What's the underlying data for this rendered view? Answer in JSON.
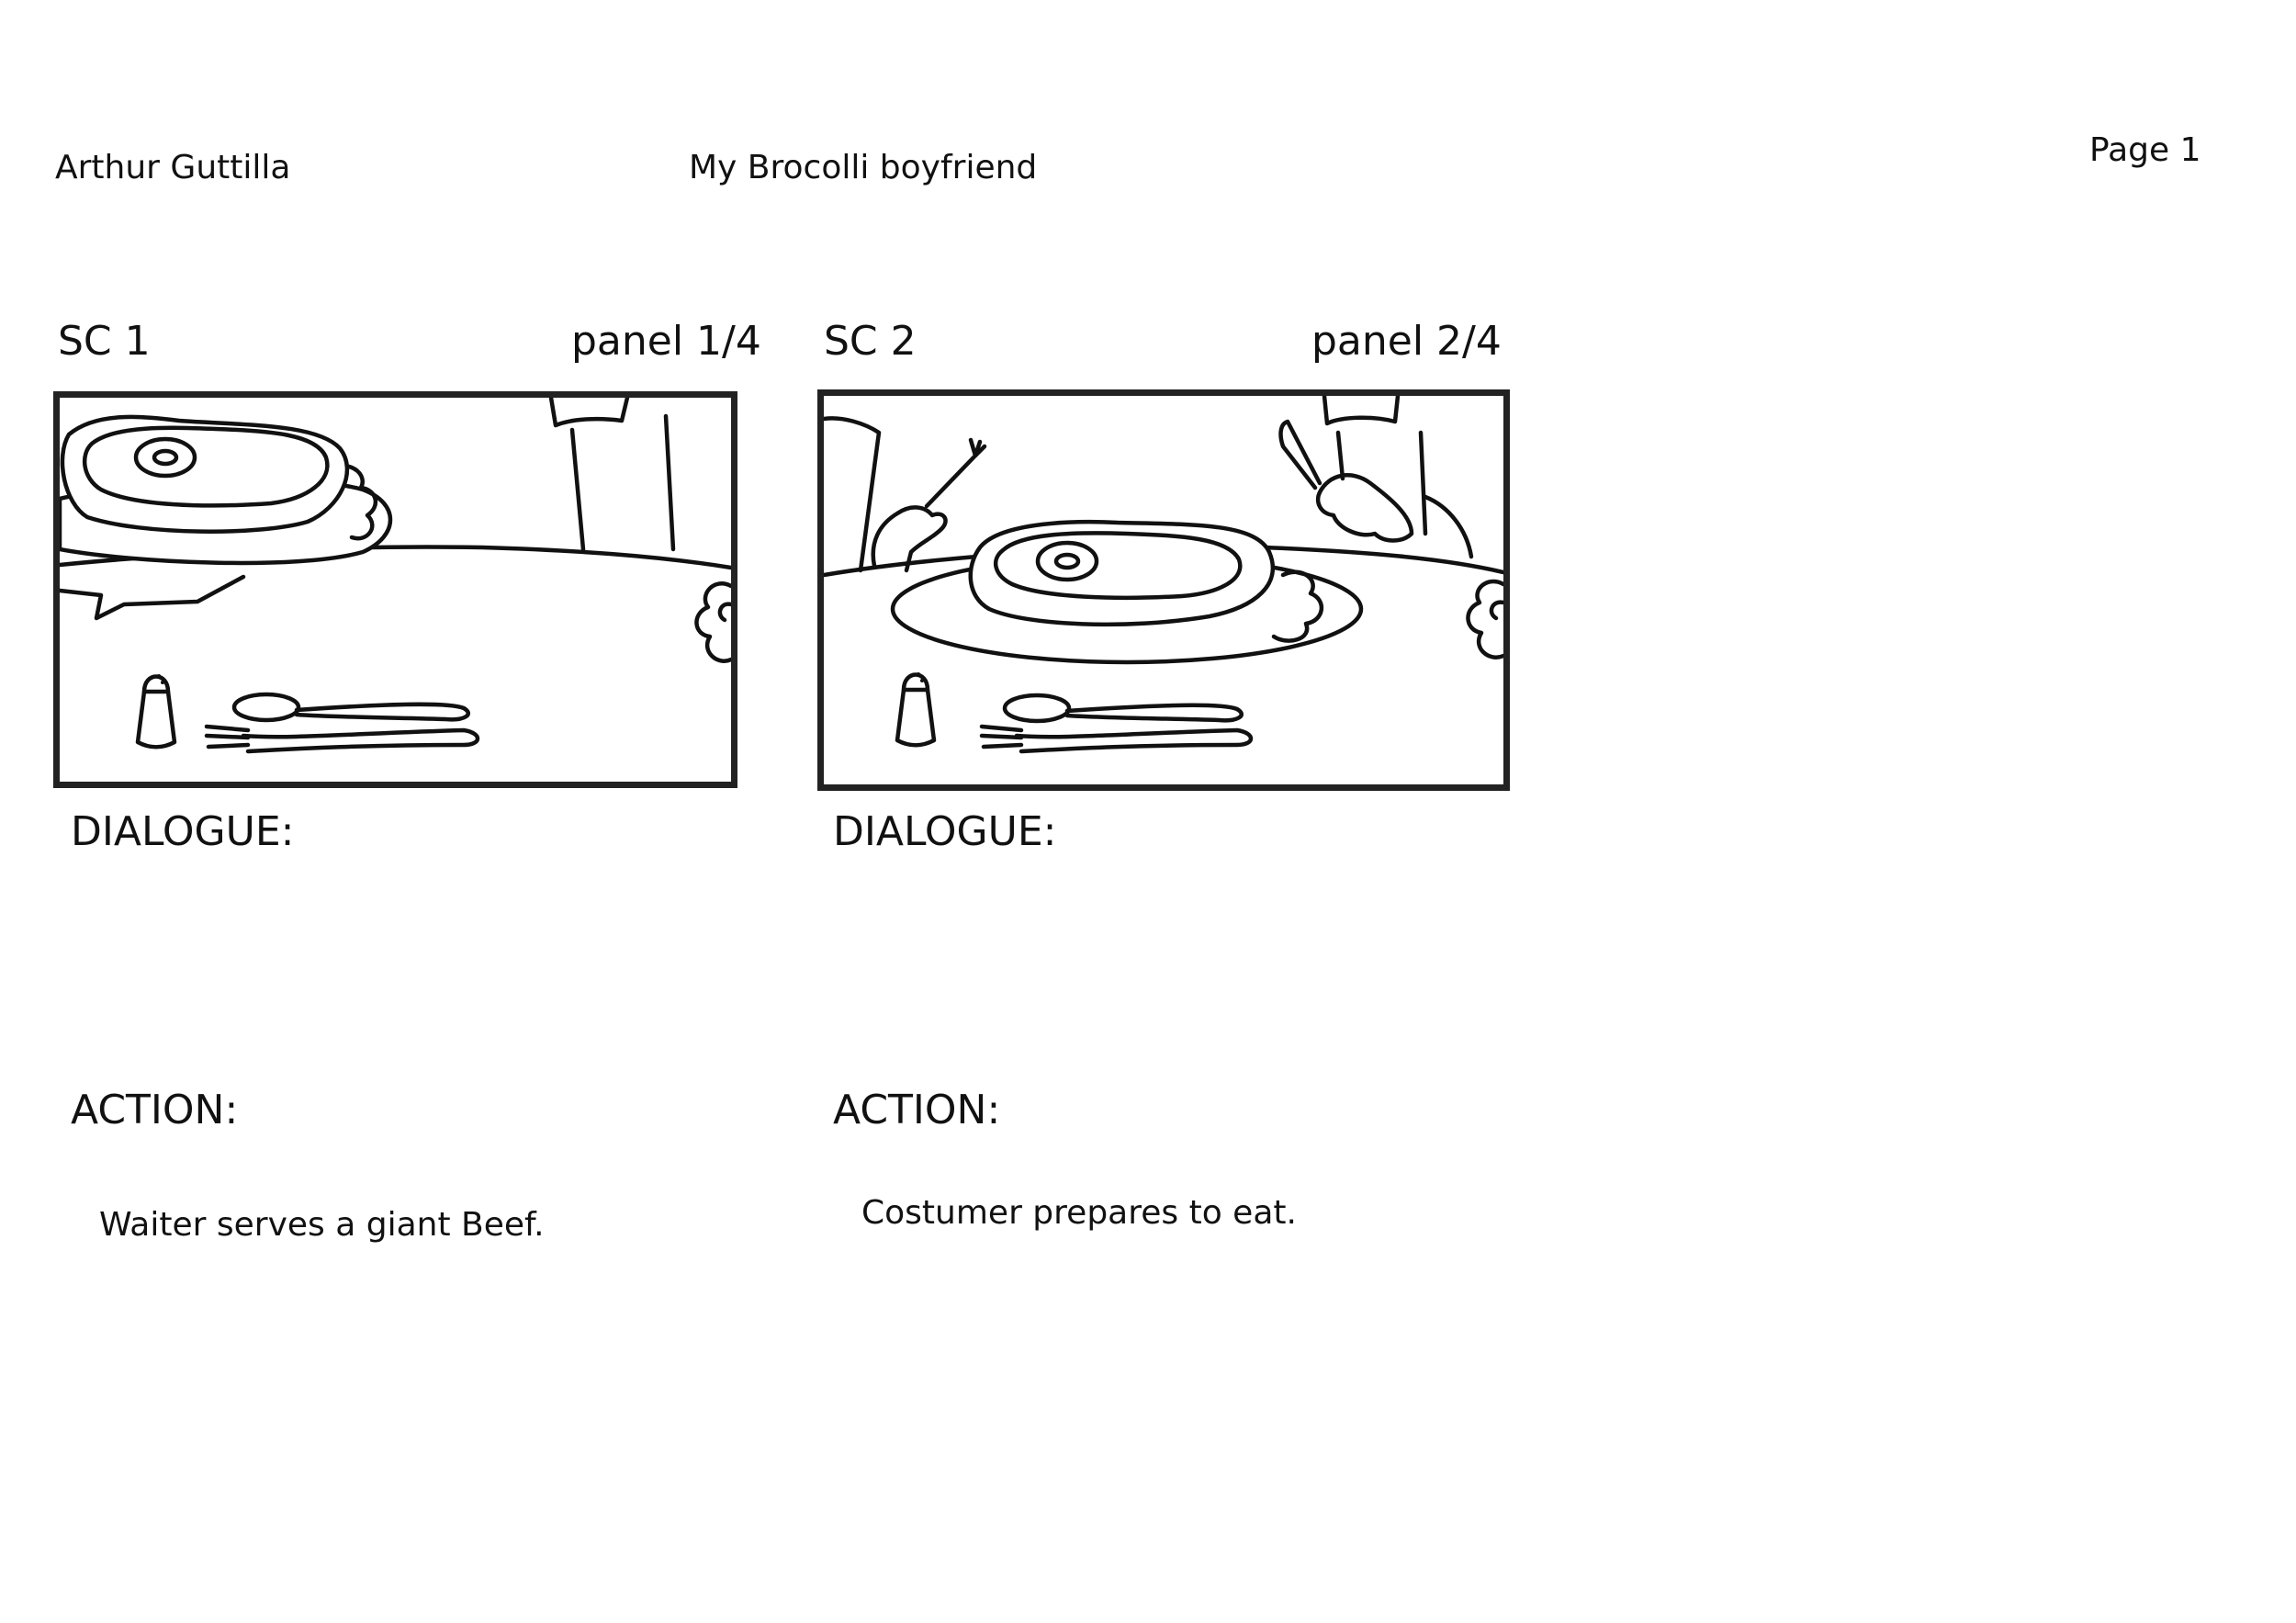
{
  "header": {
    "author": "Arthur  Guttilla",
    "title": "My Brocolli boyfriend",
    "page": "Page 1"
  },
  "panels": [
    {
      "scene": "SC 1",
      "panel": "panel 1/4",
      "dialogue_label": "DIALOGUE:",
      "action_label": "ACTION:",
      "action": "Waiter serves a giant Beef."
    },
    {
      "scene": "SC 2",
      "panel": "panel 2/4",
      "dialogue_label": "DIALOGUE:",
      "action_label": "ACTION:",
      "action": "Costumer prepares to eat."
    }
  ]
}
